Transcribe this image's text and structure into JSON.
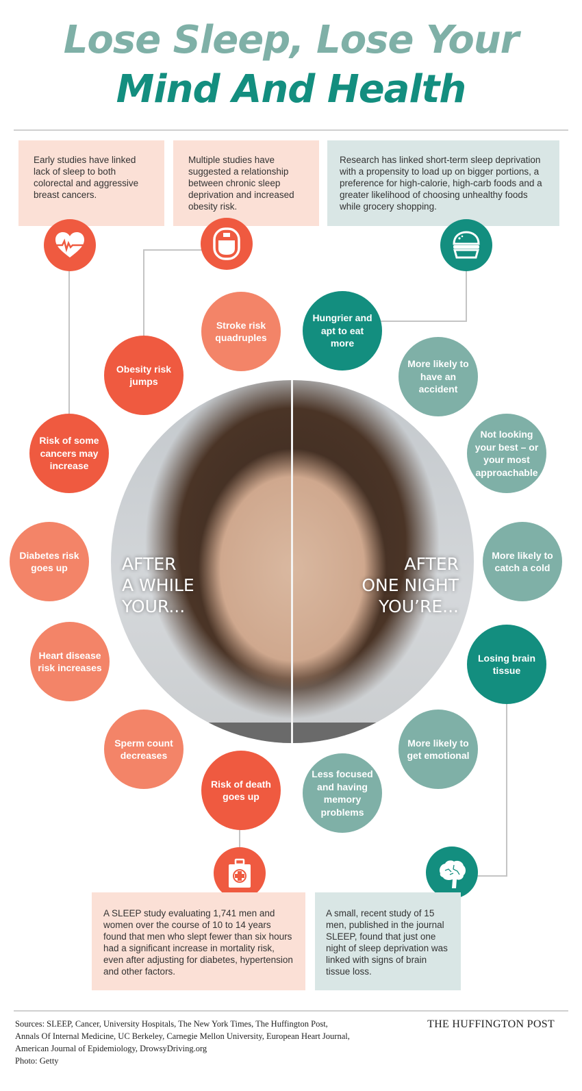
{
  "title": {
    "line1": "Lose Sleep, Lose Your",
    "line2": "Mind And Health"
  },
  "top_boxes": [
    {
      "text": "Early studies have linked lack of sleep to both colorectal and aggressive breast cancers.",
      "icon": "heart-pulse-icon"
    },
    {
      "text": "Multiple studies have suggested a relationship between chronic sleep deprivation and increased obesity risk.",
      "icon": "scale-icon"
    },
    {
      "text": "Research has linked short-term sleep deprivation with a propensity to load up on bigger portions, a preference for high-calorie, high-carb foods and a greater likelihood of choosing unhealthy foods while grocery shopping.",
      "icon": "burger-icon"
    }
  ],
  "photo": {
    "left_label": "AFTER\nA WHILE\nYOUR...",
    "right_label": "AFTER\nONE NIGHT\nYOU’RE...",
    "credit": "Photo: Getty"
  },
  "after_a_while": [
    {
      "label": "Stroke risk quadruples",
      "color": "#f38468"
    },
    {
      "label": "Obesity risk jumps",
      "color": "#ef5a40"
    },
    {
      "label": "Risk of some cancers may increase",
      "color": "#ef5a40"
    },
    {
      "label": "Diabetes risk goes up",
      "color": "#f38468"
    },
    {
      "label": "Heart disease risk increases",
      "color": "#f38468"
    },
    {
      "label": "Sperm count decreases",
      "color": "#f38468"
    },
    {
      "label": "Risk of death goes up",
      "color": "#ef5a40"
    }
  ],
  "after_one_night": [
    {
      "label": "Hungrier and apt to eat more",
      "color": "#138e7f"
    },
    {
      "label": "More likely to have an accident",
      "color": "#7fb0a7"
    },
    {
      "label": "Not looking your best – or your most approachable",
      "color": "#7fb0a7"
    },
    {
      "label": "More likely to catch a cold",
      "color": "#7fb0a7"
    },
    {
      "label": "Losing brain tissue",
      "color": "#138e7f"
    },
    {
      "label": "More likely to get emotional",
      "color": "#7fb0a7"
    },
    {
      "label": "Less focused and having memory problems",
      "color": "#7fb0a7"
    }
  ],
  "bottom_boxes": [
    {
      "text": "A SLEEP study evaluating 1,741 men and women over the course of 10 to 14 years found that men who slept fewer than six hours had a significant increase in mortality risk, even after adjusting for diabetes, hypertension and other factors.",
      "icon": "medical-kit-icon"
    },
    {
      "text": "A small, recent study of 15 men, published in the journal SLEEP, found that just one night of sleep deprivation was linked with signs of brain tissue loss.",
      "icon": "brain-icon"
    }
  ],
  "footer": {
    "sources_line1": "Sources: SLEEP, Cancer, University Hospitals, The New York Times, The Huffington Post,",
    "sources_line2": "Annals Of Internal Medicine, UC Berkeley, Carnegie Mellon University, European Heart Journal,",
    "sources_line3": "American Journal of Epidemiology, DrowsyDriving.org",
    "photo_credit": "Photo: Getty",
    "brand": "THE HUFFINGTON POST"
  },
  "colors": {
    "title_light": "#7fb0a7",
    "title_dark": "#138e7f",
    "red": "#ef5a40",
    "salmon": "#f38468",
    "teal_dark": "#138e7f",
    "teal_light": "#7fb0a7",
    "box_pink": "#fbe0d6",
    "box_gray": "#d9e6e5"
  }
}
